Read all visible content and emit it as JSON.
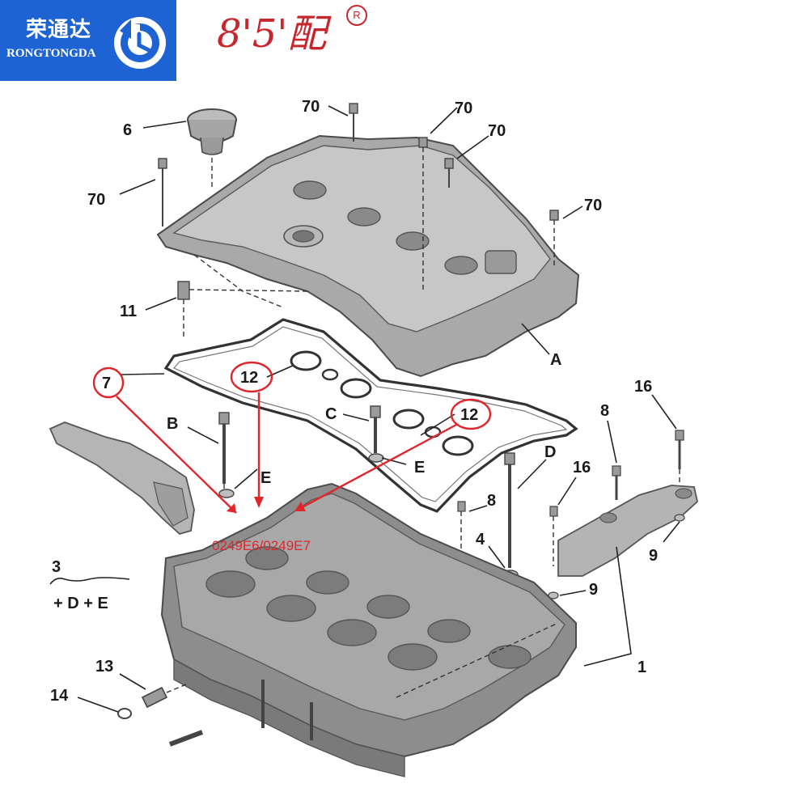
{
  "brand": {
    "name_cn": "荣通达",
    "name_en": "RONGTONGDA",
    "icon": "circular-arrow-logo-icon",
    "color": "#1e63d4"
  },
  "mark": {
    "logo_text": "8'5'配",
    "registered_symbol": "R",
    "color": "#c8262d"
  },
  "callouts": {
    "n70_a": "70",
    "n70_b": "70",
    "n70_c": "70",
    "n70_d": "70",
    "n70_e": "70",
    "n6": "6",
    "n11": "11",
    "A": "A",
    "n7": "7",
    "n12_a": "12",
    "n12_b": "12",
    "B": "B",
    "C": "C",
    "E_a": "E",
    "E_b": "E",
    "D": "D",
    "n8_a": "8",
    "n8_b": "8",
    "n16_a": "16",
    "n16_b": "16",
    "n9_a": "9",
    "n9_b": "9",
    "n4": "4",
    "n1": "1",
    "n13": "13",
    "n14": "14",
    "n3": "3",
    "sum_formula": "+ D + E"
  },
  "ref_code": "0249E6/0249E7",
  "highlight_color": "#e0262d"
}
